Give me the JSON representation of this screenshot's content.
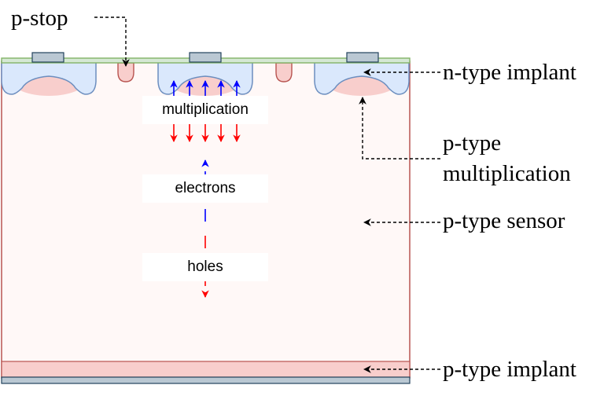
{
  "labels": {
    "p_stop": "p-stop",
    "n_type_implant": "n-type implant",
    "p_type_multiplication_line1": "p-type",
    "p_type_multiplication_line2": "multiplication",
    "p_type_sensor": "p-type sensor",
    "p_type_implant": "p-type implant",
    "multiplication": "multiplication",
    "electrons": "electrons",
    "holes": "holes"
  },
  "colors": {
    "sensor_fill": "#fff8f7",
    "sensor_border": "#b85450",
    "top_layer": "#d5e8d4",
    "top_border": "#82b366",
    "contact_fill": "#bac8d3",
    "contact_border": "#23445d",
    "n_implant_fill": "#dae8fc",
    "n_implant_border": "#6c8ebf",
    "p_implant_fill": "#f8cecc",
    "electron_arrow": "#0000ff",
    "hole_arrow": "#ff0000",
    "annotation": "#000000"
  }
}
